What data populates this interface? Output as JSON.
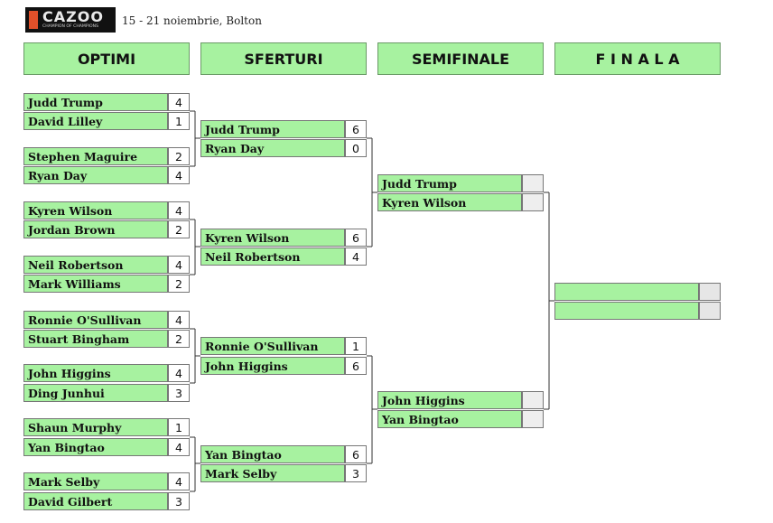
{
  "header": {
    "logo_text": "CAZOO",
    "logo_tagline": "CHAMPION OF CHAMPIONS",
    "event_info": "15 - 21 noiembrie, Bolton"
  },
  "rounds": {
    "r16": "OPTIMI",
    "qf": "SFERTURI",
    "sf": "SEMIFINALE",
    "final": "F I N A L A"
  },
  "r16": [
    {
      "name": "Judd Trump",
      "score": "4"
    },
    {
      "name": "David Lilley",
      "score": "1"
    },
    {
      "name": "Stephen Maguire",
      "score": "2"
    },
    {
      "name": "Ryan Day",
      "score": "4"
    },
    {
      "name": "Kyren Wilson",
      "score": "4"
    },
    {
      "name": "Jordan Brown",
      "score": "2"
    },
    {
      "name": "Neil Robertson",
      "score": "4"
    },
    {
      "name": "Mark Williams",
      "score": "2"
    },
    {
      "name": "Ronnie O'Sullivan",
      "score": "4"
    },
    {
      "name": "Stuart Bingham",
      "score": "2"
    },
    {
      "name": "John Higgins",
      "score": "4"
    },
    {
      "name": "Ding Junhui",
      "score": "3"
    },
    {
      "name": "Shaun Murphy",
      "score": "1"
    },
    {
      "name": "Yan Bingtao",
      "score": "4"
    },
    {
      "name": "Mark Selby",
      "score": "4"
    },
    {
      "name": "David Gilbert",
      "score": "3"
    }
  ],
  "qf": [
    {
      "name": "Judd Trump",
      "score": "6"
    },
    {
      "name": "Ryan Day",
      "score": "0"
    },
    {
      "name": "Kyren Wilson",
      "score": "6"
    },
    {
      "name": "Neil Robertson",
      "score": "4"
    },
    {
      "name": "Ronnie O'Sullivan",
      "score": "1"
    },
    {
      "name": "John Higgins",
      "score": "6"
    },
    {
      "name": "Yan Bingtao",
      "score": "6"
    },
    {
      "name": "Mark Selby",
      "score": "3"
    }
  ],
  "sf": [
    {
      "name": "Judd Trump",
      "score": ""
    },
    {
      "name": "Kyren Wilson",
      "score": ""
    },
    {
      "name": "John Higgins",
      "score": ""
    },
    {
      "name": "Yan Bingtao",
      "score": ""
    }
  ],
  "final": [
    {
      "name": "",
      "score": ""
    },
    {
      "name": "",
      "score": ""
    }
  ]
}
